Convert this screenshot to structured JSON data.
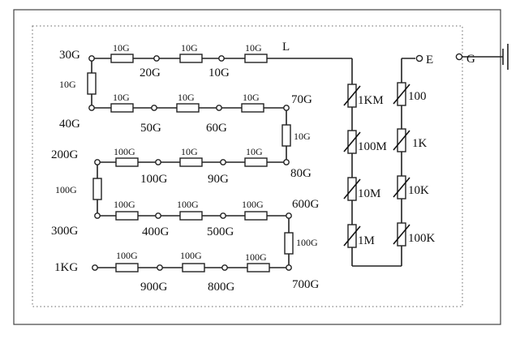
{
  "terminals": {
    "L": "L",
    "E": "E",
    "G": "G"
  },
  "nodes": {
    "n30G": "30G",
    "n20G": "20G",
    "n10G_top": "10G",
    "n40G": "40G",
    "n50G": "50G",
    "n60G": "60G",
    "n70G": "70G",
    "n80G": "80G",
    "n90G": "90G",
    "n100G": "100G",
    "n200G": "200G",
    "n300G": "300G",
    "n400G": "400G",
    "n500G": "500G",
    "n600G": "600G",
    "n700G": "700G",
    "n800G": "800G",
    "n900G": "900G",
    "n1KG": "1KG"
  },
  "resistors": {
    "r1a": "10G",
    "r1b": "10G",
    "r1c": "10G",
    "r_left1": "10G",
    "r2a": "10G",
    "r2b": "10G",
    "r2c": "10G",
    "r_right1": "10G",
    "r3a": "100G",
    "r3b": "10G",
    "r3c": "10G",
    "r_left2": "100G",
    "r4a": "100G",
    "r4b": "100G",
    "r4c": "100G",
    "r_right2": "100G",
    "r5a": "100G",
    "r5b": "100G",
    "r5c": "100G"
  },
  "ranges_left": [
    "1KM",
    "100M",
    "10M",
    "1M"
  ],
  "ranges_right": [
    "100",
    "1K",
    "10K",
    "100K"
  ]
}
